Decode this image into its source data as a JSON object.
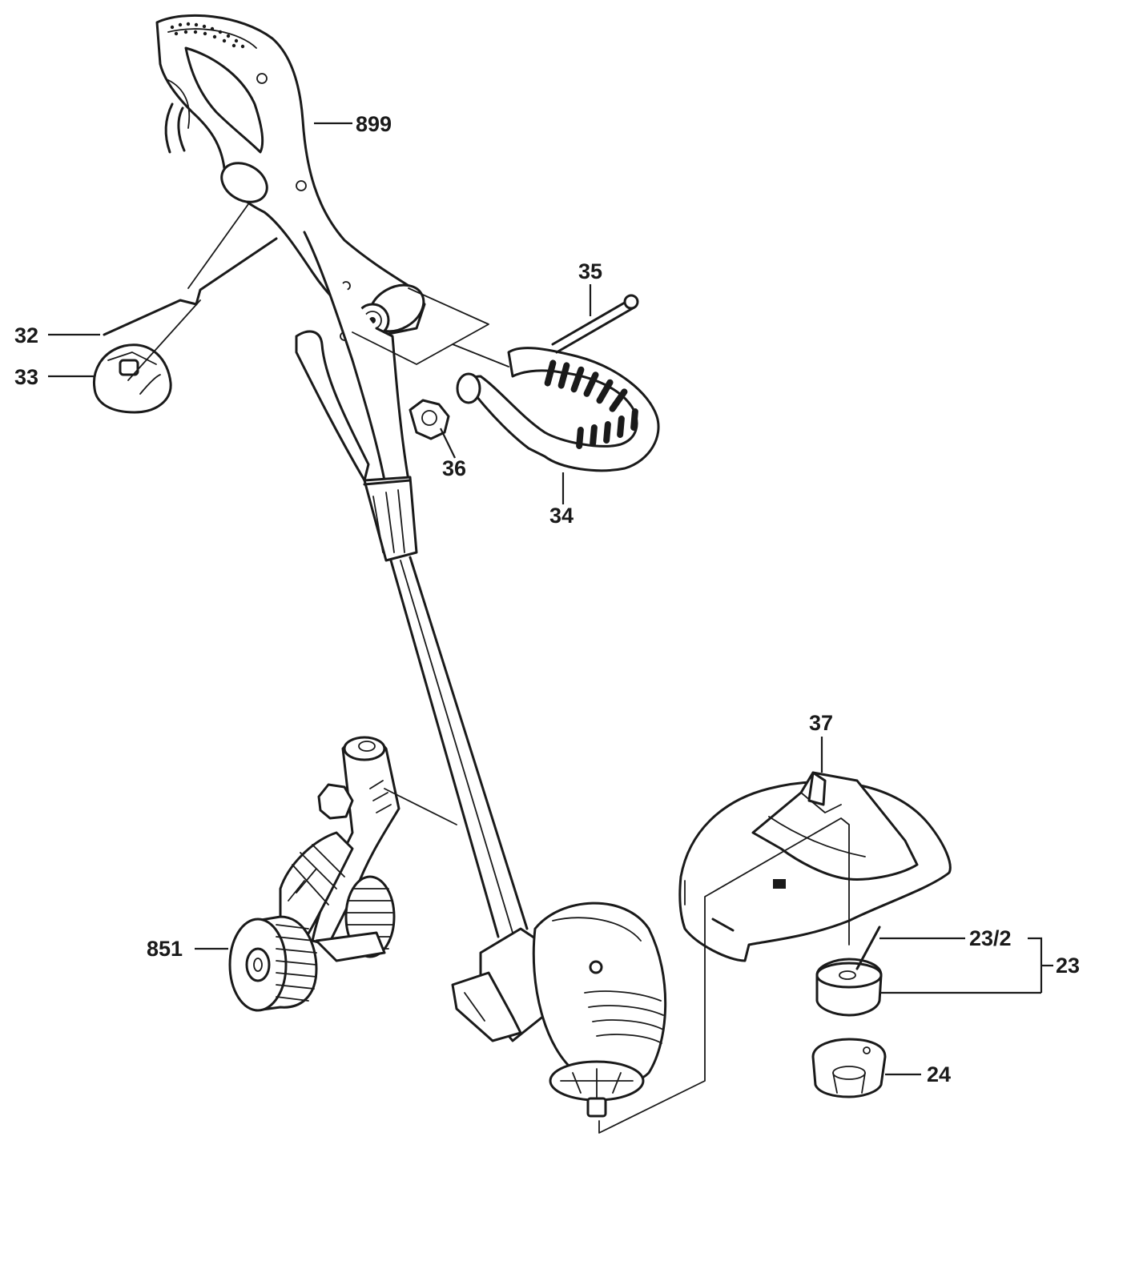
{
  "parts": [
    {
      "id": "handle",
      "label": "899"
    },
    {
      "id": "spring-wire",
      "label": "32"
    },
    {
      "id": "clip",
      "label": "33"
    },
    {
      "id": "bolt",
      "label": "35"
    },
    {
      "id": "knob",
      "label": "36"
    },
    {
      "id": "aux-handle",
      "label": "34"
    },
    {
      "id": "guard",
      "label": "37"
    },
    {
      "id": "spool-line",
      "label": "23/2"
    },
    {
      "id": "spool-assembly",
      "label": "23"
    },
    {
      "id": "spool-cap",
      "label": "24"
    },
    {
      "id": "wheel-edging-kit",
      "label": "851"
    }
  ]
}
